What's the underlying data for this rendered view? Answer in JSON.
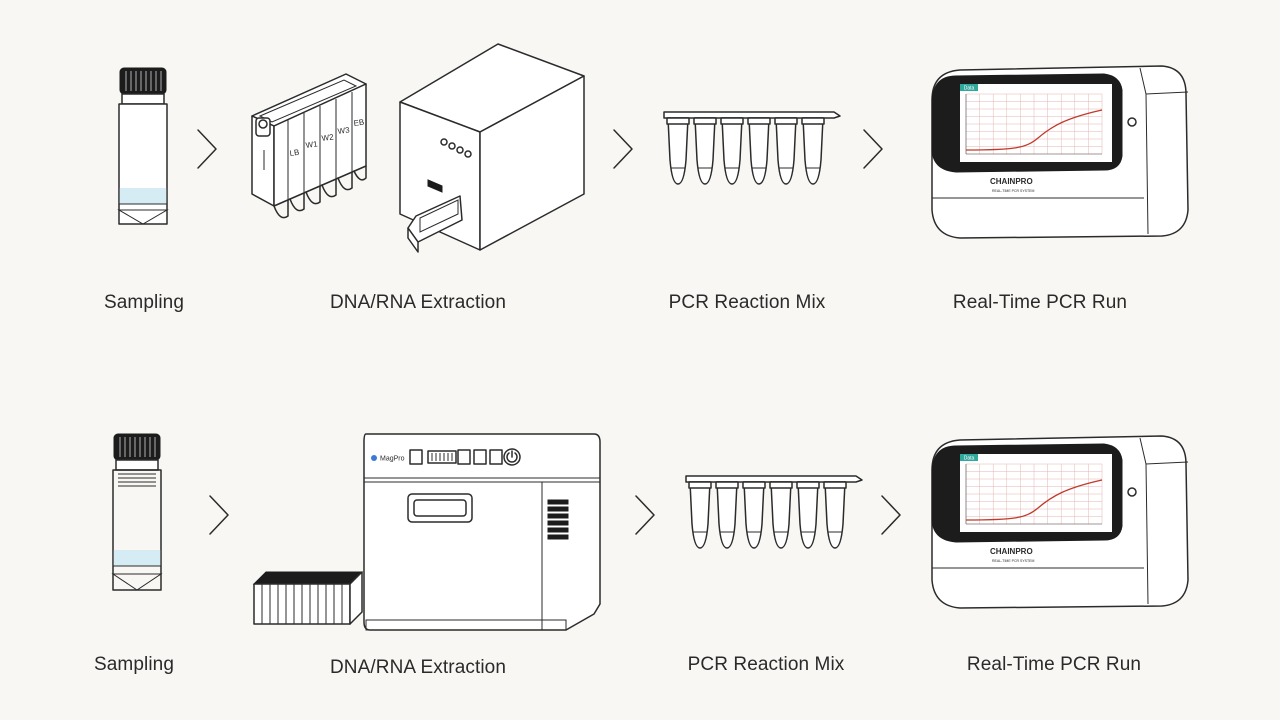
{
  "rows": [
    {
      "steps": [
        {
          "label": "Sampling"
        },
        {
          "label": "DNA/RNA Extraction"
        },
        {
          "label": "PCR Reaction Mix"
        },
        {
          "label": "Real-Time PCR Run"
        }
      ]
    },
    {
      "steps": [
        {
          "label": "Sampling"
        },
        {
          "label": "DNA/RNA Extraction"
        },
        {
          "label": "PCR Reaction Mix"
        },
        {
          "label": "Real-Time PCR Run"
        }
      ]
    }
  ],
  "cartridge_well_labels": [
    "LB",
    "W1",
    "W2",
    "W3",
    "EB"
  ],
  "instrument_brand": "CHAINPRO",
  "instrument_subtitle": "REAL-TIME PCR SYSTEM",
  "extractor_brand": "MagPro",
  "screen_tab": "Data",
  "colors": {
    "background": "#f9f7f4",
    "sample_liquid": "#d6ecf5",
    "screen_accent": "#2fa89d",
    "amplification_curve": "#c0392b"
  }
}
